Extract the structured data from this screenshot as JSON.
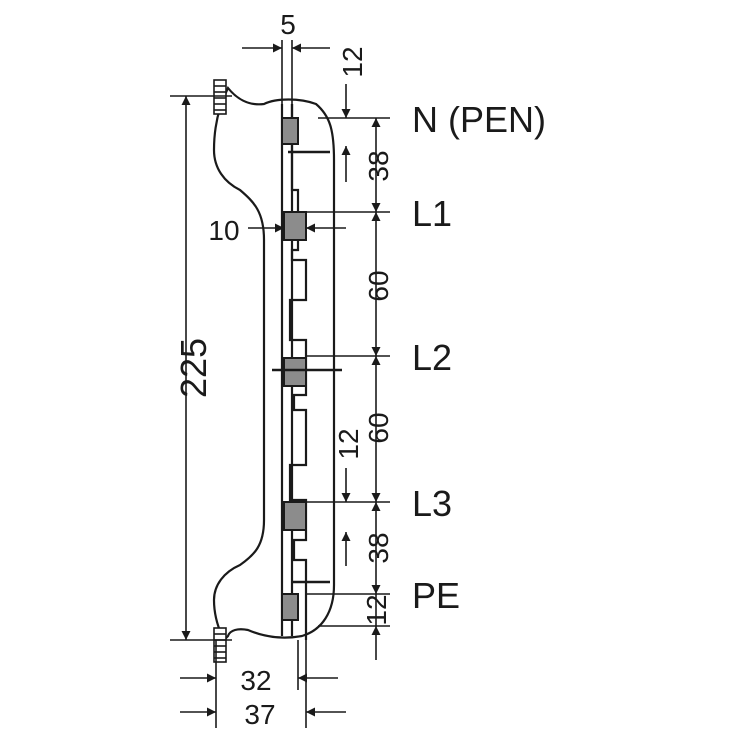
{
  "conductor_labels": {
    "n_pen": "N (PEN)",
    "l1": "L1",
    "l2": "L2",
    "l3": "L3",
    "pe": "PE"
  },
  "dimensions": {
    "overall_height": "225",
    "top_width": "5",
    "top_offset": "12",
    "n_to_l1": "38",
    "contact_width": "10",
    "l1_to_l2": "60",
    "l2_to_l3": "60",
    "l3_offset": "12",
    "l3_to_pe": "38",
    "bottom_offset": "12",
    "depth_32": "32",
    "depth_37": "37"
  },
  "colors": {
    "line": "#1a1a1a",
    "terminal_fill": "#8c8c8c"
  }
}
